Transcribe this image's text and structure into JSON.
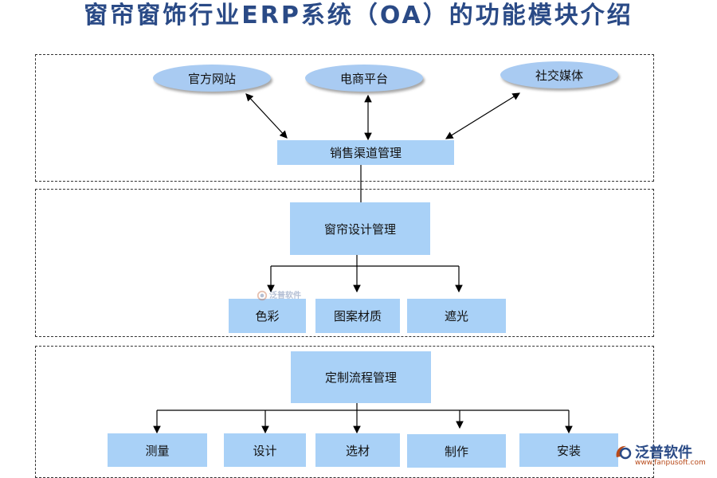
{
  "title": "窗帘窗饰行业ERP系统（OA）的功能模块介绍",
  "channels": {
    "official_site": "官方网站",
    "ecommerce": "电商平台",
    "social": "社交媒体",
    "sales_channel": "销售渠道管理"
  },
  "design": {
    "main": "窗帘设计管理",
    "items": [
      "色彩",
      "图案材质",
      "遮光"
    ]
  },
  "custom": {
    "main": "定制流程管理",
    "items": [
      "测量",
      "设计",
      "选材",
      "制作",
      "安装"
    ]
  },
  "watermark": {
    "brand": "泛普软件",
    "url": "www.fanpusoft.com"
  },
  "colors": {
    "title": "#2a4a86",
    "node_fill": "#a9d1f7",
    "ellipse_fill": "#a9cbf2"
  }
}
